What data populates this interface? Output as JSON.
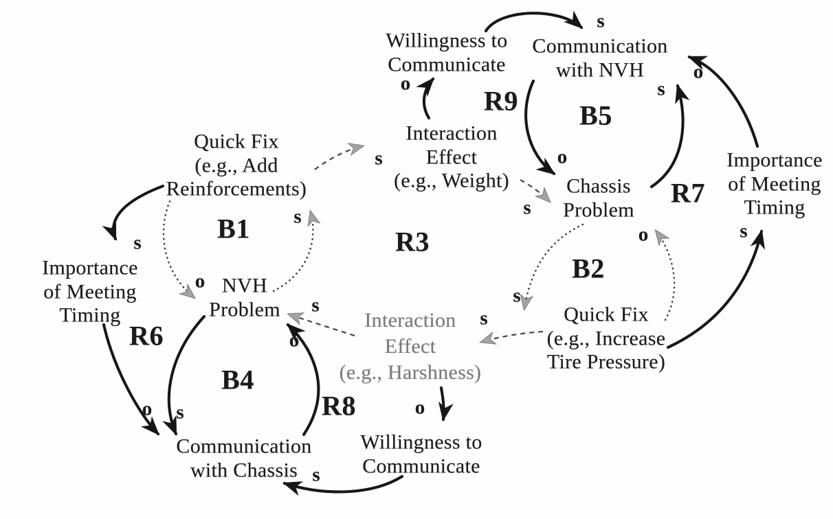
{
  "diagram_type": "causal-loop-diagram",
  "colors": {
    "background": "#fefefe",
    "ink": "#1b1b1b",
    "faded_text": "#7a7a7a",
    "shaded_arrowhead": "#a3a3a3"
  },
  "nodes": {
    "willingness_top": {
      "label": "Willingness to\nCommunicate"
    },
    "comm_nvh": {
      "label": "Communication\nwith NVH"
    },
    "interaction_weight": {
      "label": "Interaction\nEffect\n(e.g., Weight)"
    },
    "chassis_problem": {
      "label": "Chassis\nProblem"
    },
    "importance_right": {
      "label": "Importance\nof Meeting\nTiming"
    },
    "quickfix_add": {
      "label": "Quick Fix\n(e.g., Add\nReinforcements)"
    },
    "nvh_problem": {
      "label": "NVH\nProblem"
    },
    "importance_left": {
      "label": "Importance\nof Meeting\nTiming"
    },
    "quickfix_tire": {
      "label": "Quick Fix\n(e.g., Increase\nTire Pressure)"
    },
    "interaction_harshness": {
      "label": "Interaction\nEffect\n(e.g., Harshness)"
    },
    "willingness_bottom": {
      "label": "Willingness to\nCommunicate"
    },
    "comm_chassis": {
      "label": "Communication\nwith Chassis"
    }
  },
  "loops": {
    "B1": {
      "label": "B1"
    },
    "B2": {
      "label": "B2"
    },
    "B4": {
      "label": "B4"
    },
    "B5": {
      "label": "B5"
    },
    "R3": {
      "label": "R3"
    },
    "R6": {
      "label": "R6"
    },
    "R7": {
      "label": "R7"
    },
    "R8": {
      "label": "R8"
    },
    "R9": {
      "label": "R9"
    }
  },
  "edges": [
    {
      "from": "willingness_top",
      "to": "comm_nvh",
      "polarity": "s",
      "style": "solid"
    },
    {
      "from": "interaction_weight",
      "to": "willingness_top",
      "polarity": "o",
      "style": "solid"
    },
    {
      "from": "comm_nvh",
      "to": "chassis_problem",
      "polarity": "o",
      "style": "solid"
    },
    {
      "from": "chassis_problem",
      "to": "comm_nvh",
      "polarity": "s",
      "style": "solid"
    },
    {
      "from": "importance_right",
      "to": "comm_nvh",
      "polarity": "o",
      "style": "solid"
    },
    {
      "from": "quickfix_tire",
      "to": "importance_right",
      "polarity": "s",
      "style": "solid"
    },
    {
      "from": "quickfix_add",
      "to": "importance_left",
      "polarity": "s",
      "style": "solid"
    },
    {
      "from": "importance_left",
      "to": "comm_chassis",
      "polarity": "o",
      "style": "solid"
    },
    {
      "from": "nvh_problem",
      "to": "comm_chassis",
      "polarity": "s",
      "style": "solid"
    },
    {
      "from": "comm_chassis",
      "to": "nvh_problem",
      "polarity": "o",
      "style": "solid"
    },
    {
      "from": "willingness_bottom",
      "to": "comm_chassis",
      "polarity": "s",
      "style": "solid"
    },
    {
      "from": "interaction_harshness",
      "to": "willingness_bottom",
      "polarity": "o",
      "style": "solid"
    },
    {
      "from": "quickfix_add",
      "to": "nvh_problem",
      "polarity": "o",
      "style": "dotted"
    },
    {
      "from": "nvh_problem",
      "to": "quickfix_add",
      "polarity": "s",
      "style": "dotted"
    },
    {
      "from": "quickfix_add",
      "to": "interaction_weight",
      "polarity": "s",
      "style": "dashed"
    },
    {
      "from": "interaction_weight",
      "to": "chassis_problem",
      "polarity": "s",
      "style": "dashed"
    },
    {
      "from": "chassis_problem",
      "to": "quickfix_tire",
      "polarity": "s",
      "style": "dotted"
    },
    {
      "from": "quickfix_tire",
      "to": "chassis_problem",
      "polarity": "o",
      "style": "dotted"
    },
    {
      "from": "quickfix_tire",
      "to": "interaction_harshness",
      "polarity": "s",
      "style": "dashed"
    },
    {
      "from": "interaction_harshness",
      "to": "nvh_problem",
      "polarity": "s",
      "style": "dashed"
    }
  ]
}
